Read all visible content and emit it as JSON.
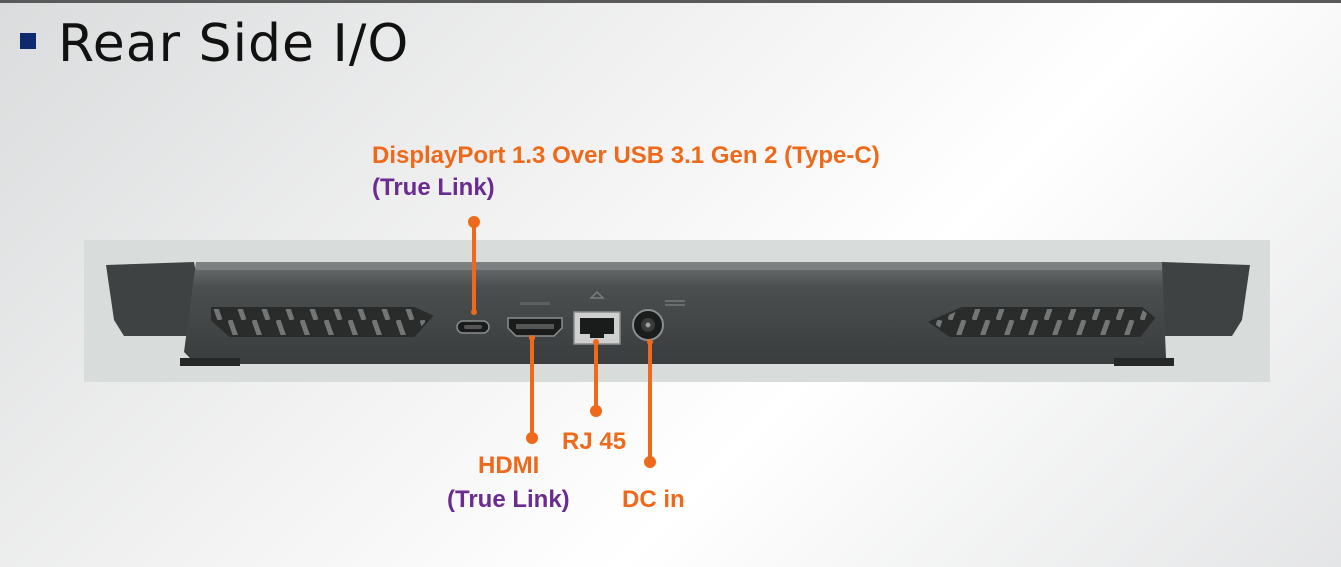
{
  "slide": {
    "title": "Rear Side I/O"
  },
  "labels": {
    "displayport": "DisplayPort 1.3 Over USB 3.1 Gen 2 (Type-C)",
    "displayport_sub": "(True Link)",
    "hdmi": "HDMI",
    "hdmi_sub": "(True Link)",
    "rj45": "RJ 45",
    "dc": "DC in"
  },
  "colors": {
    "accent_orange": "#ee6a1a",
    "accent_purple": "#6a2c8e",
    "bullet_navy": "#0d2a6e"
  },
  "icons": [
    "usb-c-port-icon",
    "hdmi-port-icon",
    "rj45-port-icon",
    "dc-jack-icon"
  ]
}
